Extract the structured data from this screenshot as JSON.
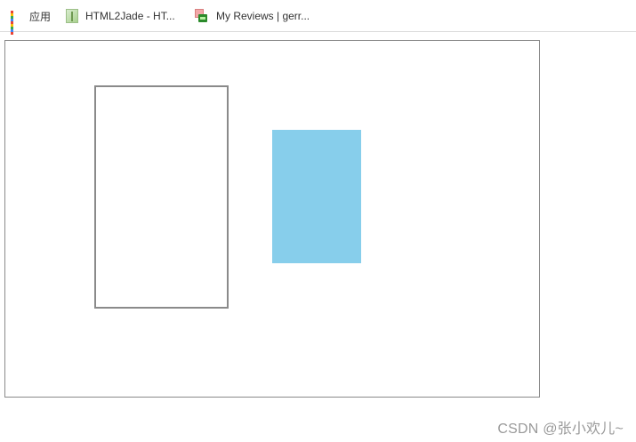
{
  "bookmarks": {
    "items": [
      {
        "label": "应用",
        "icon": "apps-grid-icon"
      },
      {
        "label": "HTML2Jade - HT...",
        "icon": "html2jade-icon"
      },
      {
        "label": "My Reviews | gerr...",
        "icon": "gerrit-reviews-icon"
      }
    ],
    "apps_icon_colors": [
      "#ea4335",
      "#fbbc05",
      "#34a853",
      "#4285f4",
      "#ea4335",
      "#fbbc05",
      "#34a853",
      "#4285f4",
      "#ea4335"
    ]
  },
  "canvas": {
    "border_color": "#8a8a8a",
    "outlined_rect_color": "#8a8a8a",
    "filled_rect_color": "#87ceeb"
  },
  "watermark": {
    "text": "CSDN @张小欢儿~"
  }
}
